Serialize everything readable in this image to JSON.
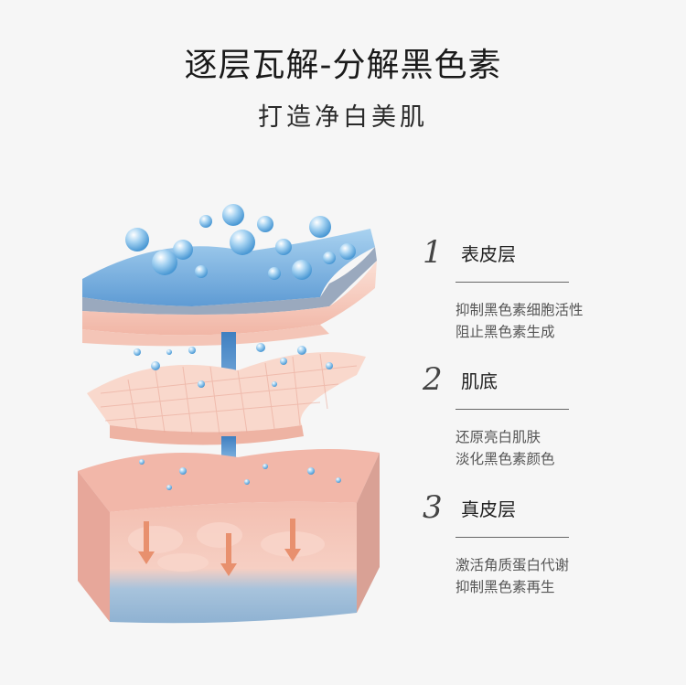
{
  "title": "逐层瓦解-分解黑色素",
  "subtitle": "打造净白美肌",
  "layers": [
    {
      "num": "1",
      "name": "表皮层",
      "lines": [
        "抑制黑色素细胞活性",
        "阻止黑色素生成"
      ]
    },
    {
      "num": "2",
      "name": "肌底",
      "lines": [
        "还原亮白肌肤",
        "淡化黑色素颜色"
      ]
    },
    {
      "num": "3",
      "name": "真皮层",
      "lines": [
        "激活角质蛋白代谢",
        "抑制黑色素再生"
      ]
    }
  ],
  "colors": {
    "background": "#f6f6f6",
    "epidermis_blue": "#7db3e0",
    "skin_pink": "#f6c9bd",
    "dermis_blue": "#9fbfd9",
    "arrow_blue": "#5b8fc4",
    "arrow_orange": "#e8906e"
  },
  "icons": [
    "bubble-icon",
    "down-arrow-icon"
  ]
}
